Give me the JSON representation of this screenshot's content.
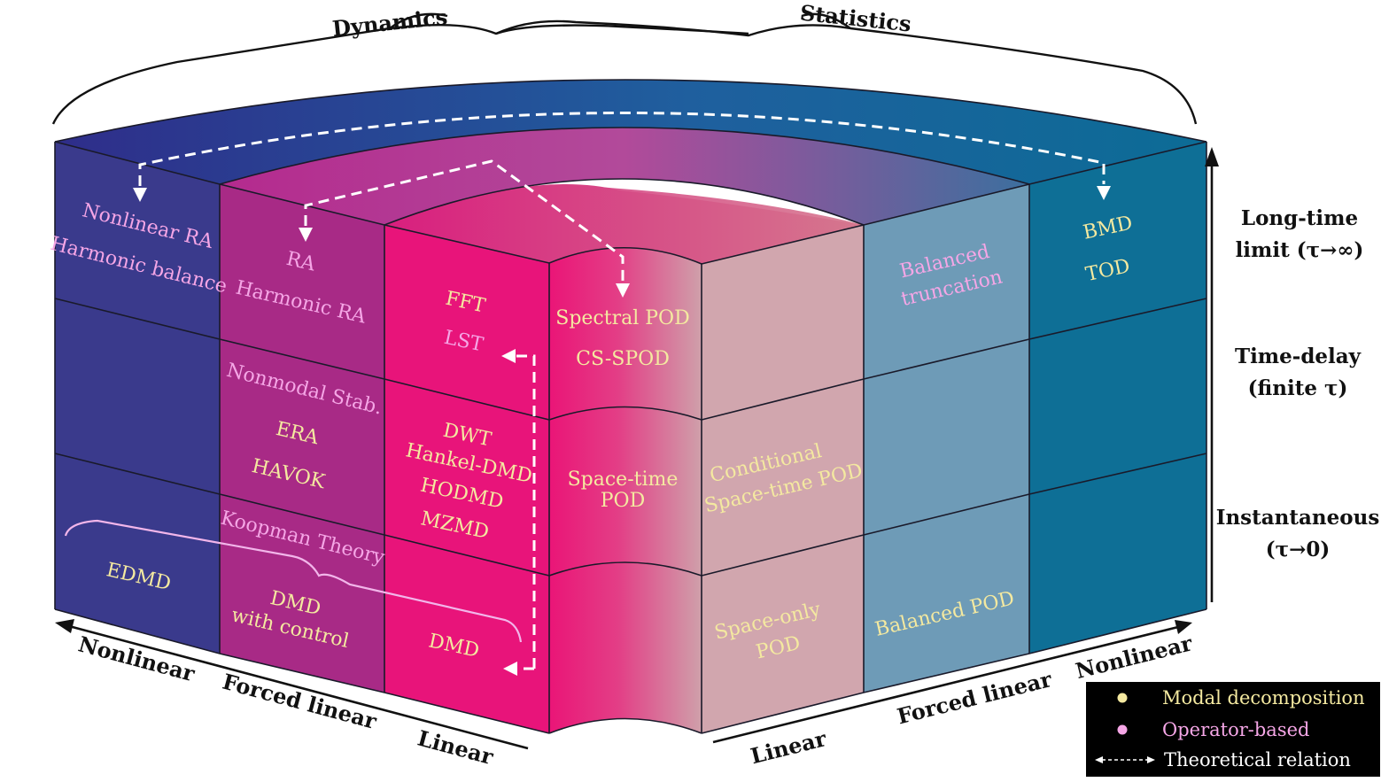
{
  "top_labels": {
    "left": "Dynamics",
    "right": "Statistics"
  },
  "row_headers": [
    {
      "line1": "Long-time",
      "line2": "limit (τ→∞)"
    },
    {
      "line1": "Time-delay",
      "line2": "(finite τ)"
    },
    {
      "line1": "Instantaneous",
      "line2": "(τ→0)"
    }
  ],
  "axis_left": {
    "nonlinear": "Nonlinear",
    "forced": "Forced linear",
    "linear": "Linear"
  },
  "axis_right": {
    "linear": "Linear",
    "forced": "Forced linear",
    "nonlinear": "Nonlinear"
  },
  "cells": {
    "nl_top_1": "Nonlinear RA",
    "nl_top_2": "Harmonic balance",
    "fl_top_1": "RA",
    "fl_top_2": "Harmonic RA",
    "lin_top_1": "FFT",
    "lin_top_2": "LST",
    "sp_top_1": "Spectral POD",
    "sp_top_2": "CS-SPOD",
    "bal_top_1": "Balanced",
    "bal_top_2": "truncation",
    "snl_top_1": "BMD",
    "snl_top_2": "TOD",
    "fl_mid_1": "Nonmodal Stab.",
    "fl_mid_2": "ERA",
    "fl_mid_3": "HAVOK",
    "lin_mid_1": "DWT",
    "lin_mid_2": "Hankel-DMD",
    "lin_mid_3": "HODMD",
    "lin_mid_4": "MZMD",
    "sp_mid_1": "Space-time",
    "sp_mid_2": "POD",
    "cond_mid_1": "Conditional",
    "cond_mid_2": "Space-time POD",
    "koopman": "Koopman Theory",
    "nl_bot": "EDMD",
    "fl_bot_1": "DMD",
    "fl_bot_2": "with control",
    "lin_bot": "DMD",
    "so_bot_1": "Space-only",
    "so_bot_2": "POD",
    "bal_bot": "Balanced POD"
  },
  "legend": {
    "modal": "Modal decomposition",
    "operator": "Operator-based",
    "relation": "Theoretical relation"
  },
  "colors": {
    "modal": "#f4e9a0",
    "operator": "#f5a6e6",
    "navy": "#3b3a8c",
    "purple": "#a52a86",
    "magenta": "#e9167b",
    "mauve": "#cfa3ad",
    "steel": "#6e9ab6",
    "teal": "#0e6f96"
  }
}
